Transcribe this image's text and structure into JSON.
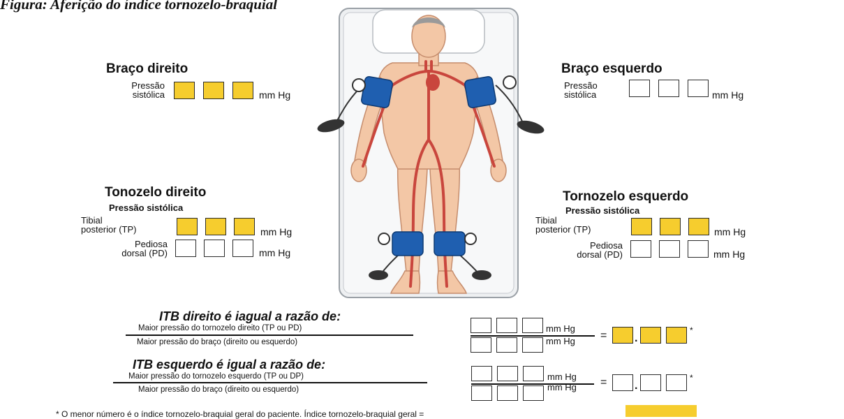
{
  "header": {
    "title": "Figura: Aferição do índice tornozelo-braquial"
  },
  "right_arm": {
    "title": "Braço direito",
    "label_line1": "Pressão",
    "label_line2": "sistólica",
    "unit": "mm Hg"
  },
  "left_arm": {
    "title": "Braço esquerdo",
    "label_line1": "Pressão",
    "label_line2": "sistólica",
    "unit": "mm Hg"
  },
  "right_ankle": {
    "title": "Tonozelo direito",
    "subtitle": "Pressão sistólica",
    "tp_line1": "Tibial",
    "tp_line2": "posterior (TP)",
    "pd_line1": "Pediosa",
    "pd_line2": "dorsal (PD)",
    "unit": "mm Hg"
  },
  "left_ankle": {
    "title": "Tornozelo esquerdo",
    "subtitle": "Pressão sistólica",
    "tp_line1": "Tibial",
    "tp_line2": "posterior (TP)",
    "pd_line1": "Pediosa",
    "pd_line2": "dorsal (PD)",
    "unit": "mm Hg"
  },
  "itb_right": {
    "title": "ITB direito é iagual a razão de:",
    "numerator": "Maior pressão do tornozelo direito (TP ou PD)",
    "denominator": "Maior pressão do braço (direito ou esquerdo)",
    "unit_top": "mm Hg",
    "unit_bottom": "mm Hg",
    "equals": "=",
    "asterisk": "*",
    "decimal": "."
  },
  "itb_left": {
    "title": "ITB esquerdo é igual a razão de:",
    "numerator": "Maior pressão do tornozelo esquerdo (TP ou DP)",
    "denominator": "Maior pressão do braço (direito ou esquerdo)",
    "unit_top": "mm Hg",
    "unit_bottom": "mm Hg",
    "equals": "=",
    "asterisk": "*",
    "decimal": "."
  },
  "footnote": {
    "text": "* O menor número é o índice tornozelo-braquial geral do paciente. Índice tornozelo-braquial geral ="
  },
  "colors": {
    "highlight": "#f6cd2e",
    "cuff": "#1f5fb0",
    "artery": "#c9463d",
    "skin": "#f3c7a6",
    "sheet": "#eef0f2"
  }
}
